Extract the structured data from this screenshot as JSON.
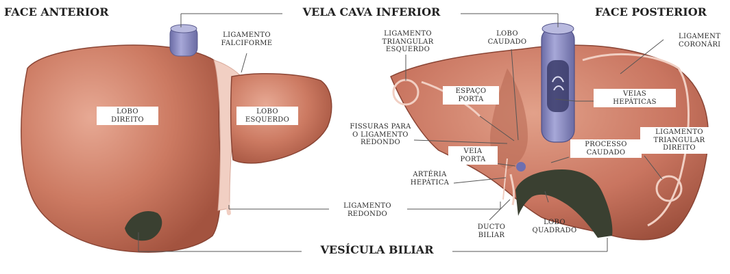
{
  "titles": {
    "face_anterior": "FACE ANTERIOR",
    "vela_cava_inferior": "VELA CAVA INFERIOR",
    "face_posterior": "FACE POSTERIOR",
    "vesicula_biliar": "VESÍCULA BILIAR"
  },
  "labels": {
    "ligamento_falciforme": [
      "LIGAMENTO",
      "FALCIFORME"
    ],
    "lobo_direito": [
      "LOBO",
      "DIREITO"
    ],
    "lobo_esquerdo": [
      "LOBO",
      "ESQUERDO"
    ],
    "ligamento_redondo": [
      "LIGAMENTO",
      "REDONDO"
    ],
    "ligamento_triangular_esquerdo": [
      "LIGAMENTO",
      "TRIANGULAR",
      "ESQUERDO"
    ],
    "lobo_caudado": [
      "LOBO",
      "CAUDADO"
    ],
    "ligamento_coronario": [
      "LIGAMENT",
      "CORONÁRI"
    ],
    "espaco_porta": [
      "ESPAÇO",
      "PORTA"
    ],
    "veias_hepaticas": [
      "VEIAS",
      "HEPÁTICAS"
    ],
    "fissuras": [
      "FISSURAS PARA",
      "O LIGAMENTO",
      "REDONDO"
    ],
    "veia_porta": [
      "VEIA",
      "PORTA"
    ],
    "processo_caudado": [
      "PROCESSO",
      "CAUDADO"
    ],
    "ligamento_triangular_direito": [
      "LIGAMENTO",
      "TRIANGULAR",
      "DIREITO"
    ],
    "arteria_hepatica": [
      "ARTÉRIA",
      "HEPÁTICA"
    ],
    "ducto_biliar": [
      "DUCTO",
      "BILIAR"
    ],
    "lobo_quadrado": [
      "LOBO",
      "QUADRADO"
    ]
  },
  "colors": {
    "liver": "#c8735c",
    "liver_light": "#e4a58e",
    "liver_dark": "#9a4e3c",
    "ligament": "#f1cfc3",
    "vena_cava": "#8e8fc4",
    "gallbladder": "#3a4031",
    "leader_line": "#555555"
  }
}
